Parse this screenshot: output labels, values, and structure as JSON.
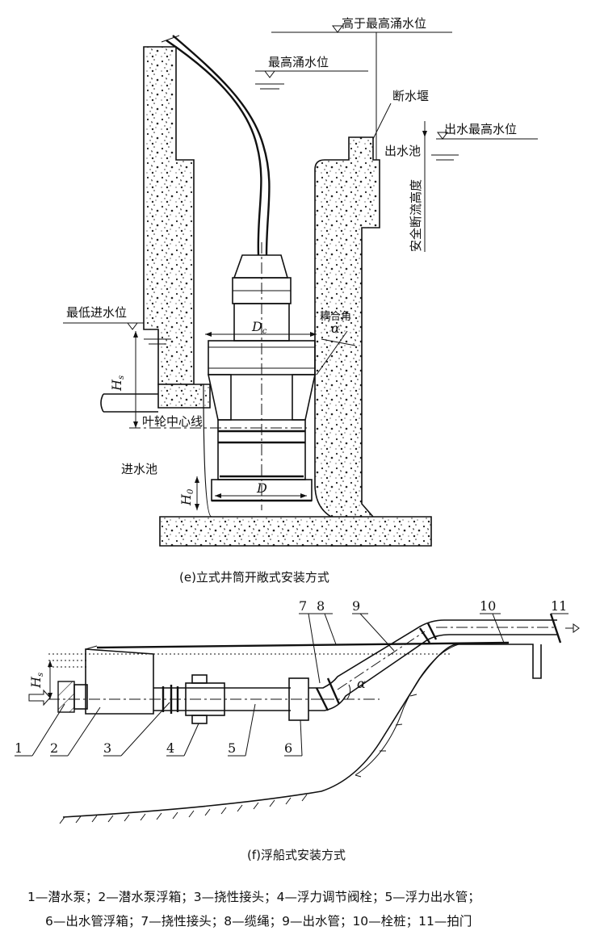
{
  "fig_e": {
    "labels": {
      "above_max_surge": "高于最高涌水位",
      "max_surge": "最高涌水位",
      "cutoff_weir": "断水堰",
      "outlet_max": "出水最高水位",
      "outlet_pool": "出水池",
      "safe_cutoff_height": "安全断流高度",
      "min_inlet": "最低进水位",
      "coupling_angle": "耦合角",
      "alpha": "α",
      "Dc": "D",
      "Dc_sub": "c",
      "Hs": "H",
      "Hs_sub": "s",
      "impeller_center": "叶轮中心线",
      "inlet_pool": "进水池",
      "H0": "H",
      "H0_sub": "0",
      "D": "D"
    },
    "caption": "(e)立式井筒开敞式安装方式"
  },
  "fig_f": {
    "numbers": [
      "1",
      "2",
      "3",
      "4",
      "5",
      "6",
      "7",
      "8",
      "9",
      "10",
      "11"
    ],
    "Hs": "H",
    "Hs_sub": "s",
    "alpha": "α",
    "caption": "(f)浮船式安装方式"
  },
  "legend": {
    "line1": "1—潜水泵；2—潜水泵浮箱；3—挠性接头；4—浮力调节阀栓；5—浮力出水管；",
    "line2": "6—出水管浮箱；7—挠性接头；8—缆绳；9—出水管；10—栓桩；11—拍门"
  }
}
